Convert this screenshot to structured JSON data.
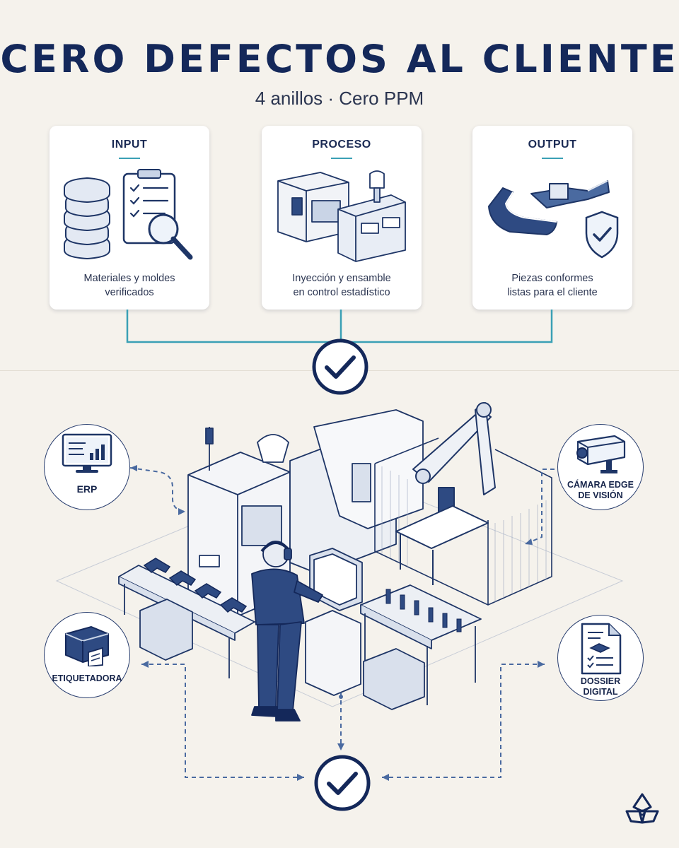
{
  "header": {
    "title": "CERO DEFECTOS AL CLIENTE",
    "subtitle": "4 anillos · Cero PPM"
  },
  "stages": [
    {
      "label": "INPUT",
      "description_line1": "Materiales y moldes",
      "description_line2": "verificados",
      "icon": "materials-checklist-icon"
    },
    {
      "label": "PROCESO",
      "description_line1": "Inyección y ensamble",
      "description_line2": "en control estadístico",
      "icon": "injection-machine-icon"
    },
    {
      "label": "OUTPUT",
      "description_line1": "Piezas conformes",
      "description_line2": "listas para el cliente",
      "icon": "part-shield-icon"
    }
  ],
  "ring_nodes": {
    "erp": {
      "label": "ERP",
      "icon": "monitor-chart-icon"
    },
    "camera": {
      "label_line1": "CÁMARA EDGE",
      "label_line2": "DE VISIÓN",
      "icon": "camera-icon"
    },
    "labeler": {
      "label": "ETIQUETADORA",
      "icon": "label-printer-icon"
    },
    "dossier": {
      "label_line1": "DOSSIER",
      "label_line2": "DIGITAL",
      "icon": "document-icon"
    }
  },
  "colors": {
    "navy": "#14285a",
    "teal": "#3aa0b5",
    "dashed_blue": "#4a6aa0",
    "background": "#f5f2ec"
  }
}
